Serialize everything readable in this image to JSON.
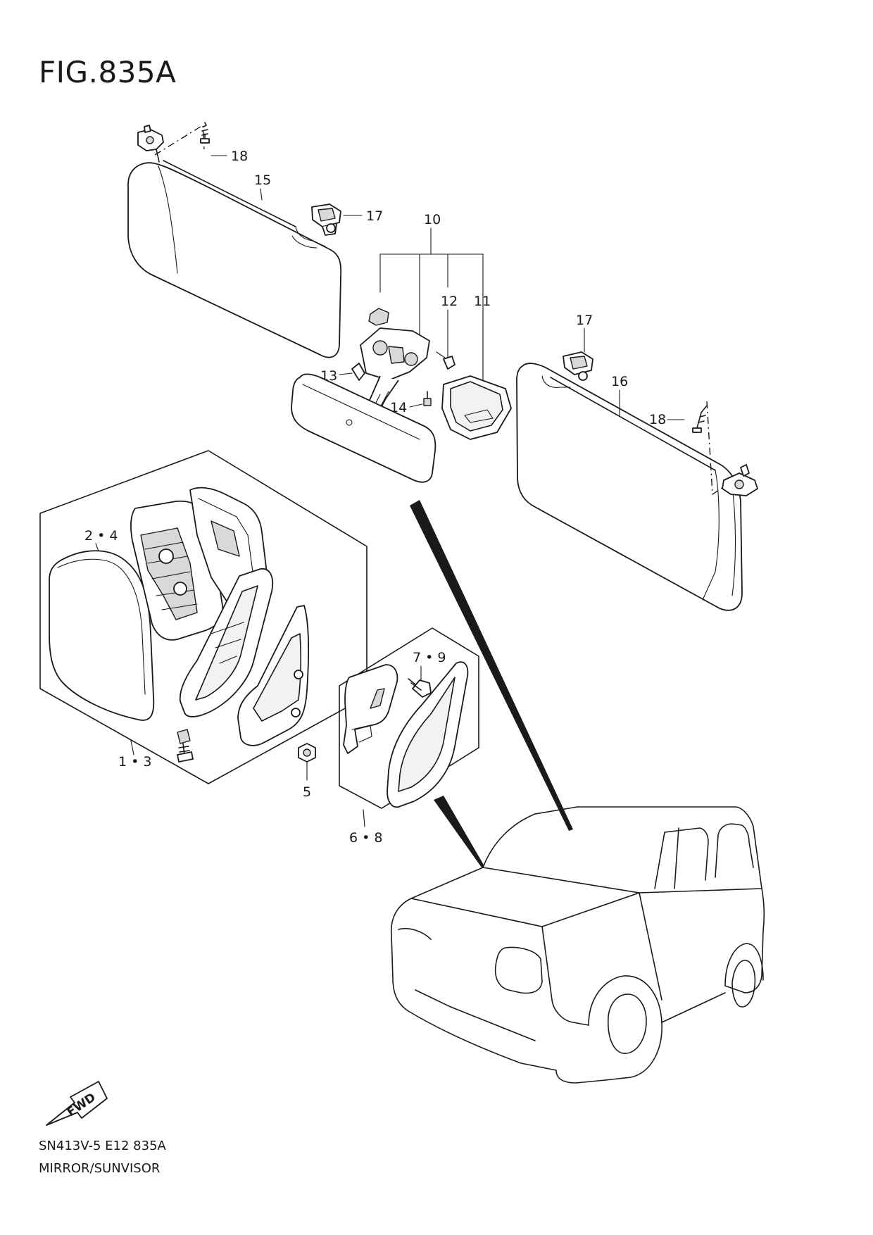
{
  "figure": {
    "title": "FIG.835A"
  },
  "footer": {
    "code": "SN413V-5 E12 835A",
    "name": "MIRROR/SUNVISOR"
  },
  "direction_indicator": {
    "label": "FWD",
    "icon": "fwd-arrow-icon"
  },
  "callouts": {
    "c18a": "18",
    "c15": "15",
    "c17a": "17",
    "c10": "10",
    "c12": "12",
    "c11": "11",
    "c17b": "17",
    "c13": "13",
    "c16": "16",
    "c18b": "18",
    "c14": "14",
    "c24": "2 • 4",
    "c79": "7 • 9",
    "c13b": "1 • 3",
    "c5": "5",
    "c68": "6 • 8"
  }
}
